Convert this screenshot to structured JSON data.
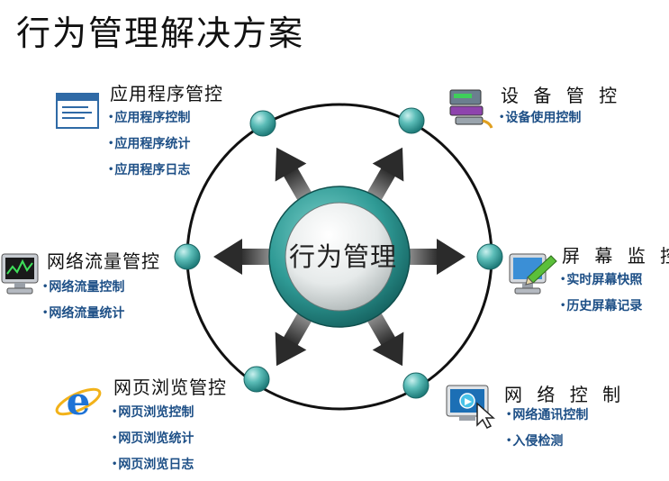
{
  "title": "行为管理解决方案",
  "center": {
    "label": "行为管理"
  },
  "groups": {
    "app": {
      "title": "应用程序管控",
      "items": [
        "应用程序控制",
        "应用程序统计",
        "应用程序日志"
      ],
      "icon": "application-window-icon"
    },
    "device": {
      "title": "设 备 管 控",
      "items": [
        "设备使用控制"
      ],
      "icon": "hardware-device-icon"
    },
    "traffic": {
      "title": "网络流量管控",
      "items": [
        "网络流量控制",
        "网络流量统计"
      ],
      "icon": "monitor-graph-icon"
    },
    "screen": {
      "title": "屏 幕 监 控",
      "items": [
        "实时屏幕快照",
        "历史屏幕记录"
      ],
      "icon": "screen-monitor-icon"
    },
    "web": {
      "title": "网页浏览管控",
      "items": [
        "网页浏览控制",
        "网页浏览统计",
        "网页浏览日志"
      ],
      "icon": "internet-explorer-icon"
    },
    "network": {
      "title": "网 络 控 制",
      "items": [
        "网络通讯控制",
        "入侵检测"
      ],
      "icon": "network-control-icon"
    }
  },
  "colors": {
    "node": "#3fa6a2",
    "item_text": "#1d4f86",
    "ring": "#111111"
  }
}
